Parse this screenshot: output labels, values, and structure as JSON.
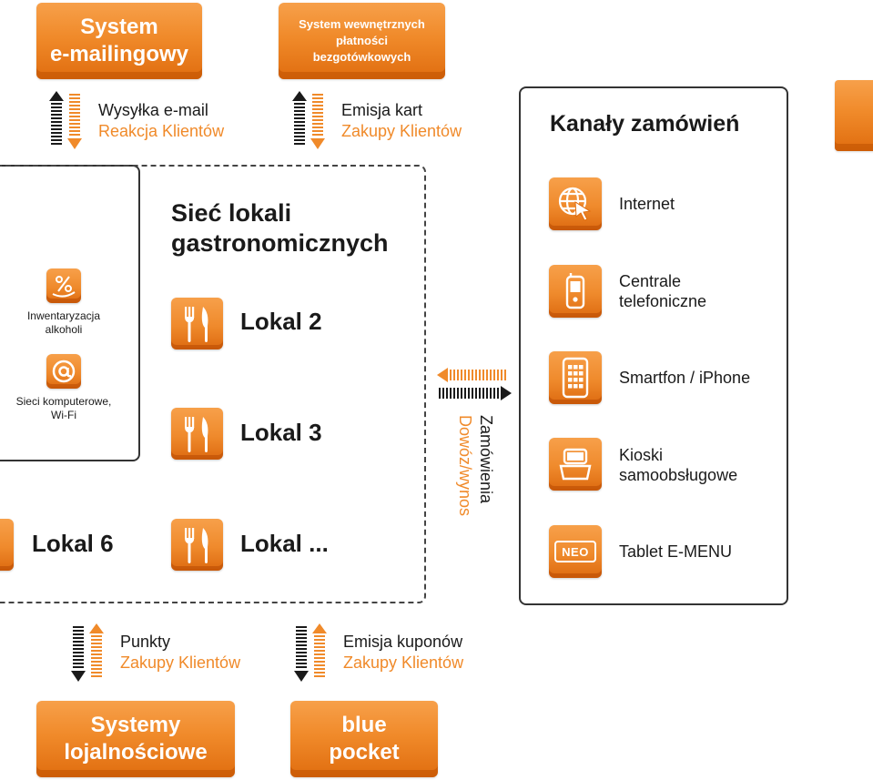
{
  "top_boxes": {
    "emailing": [
      "System",
      "e-mailingowy"
    ],
    "payments": [
      "System wewnętrznych",
      "płatności",
      "bezgotówkowych"
    ]
  },
  "top_labels": {
    "emailing": {
      "line1": "Wysyłka e-mail",
      "line2": "Reakcja Klientów"
    },
    "payments": {
      "line1": "Emisja kart",
      "line2": "Zakupy Klientów"
    }
  },
  "network": {
    "title": [
      "Sieć lokali",
      "gastronomicznych"
    ],
    "locals": [
      "Lokal 2",
      "Lokal 3",
      "Lokal ..."
    ],
    "lokal6": "Lokal 6"
  },
  "left_panel": {
    "items": [
      {
        "icon": "percent-icon",
        "text": [
          "Inwentaryzacja",
          "alkoholi"
        ]
      },
      {
        "icon": "at-icon",
        "text": [
          "Sieci komputerowe,",
          "Wi-Fi"
        ]
      }
    ]
  },
  "orders_arrow": {
    "line1": "Zamówienia",
    "line2": "Dowóz/wynos"
  },
  "channels": {
    "title": "Kanały zamówień",
    "items": [
      {
        "icon": "globe-cursor-icon",
        "text": [
          "Internet"
        ]
      },
      {
        "icon": "phone-icon",
        "text": [
          "Centrale",
          "telefoniczne"
        ]
      },
      {
        "icon": "smartphone-icon",
        "text": [
          "Smartfon / iPhone"
        ]
      },
      {
        "icon": "kiosk-icon",
        "text": [
          "Kioski",
          "samoobsługowe"
        ]
      },
      {
        "icon": "neo-tablet-icon",
        "text": [
          "Tablet E-MENU"
        ]
      }
    ],
    "neo_label": "NEO"
  },
  "bottom_labels": {
    "loyalty": {
      "line1": "Punkty",
      "line2": "Zakupy Klientów"
    },
    "coupons": {
      "line1": "Emisja kuponów",
      "line2": "Zakupy Klientów"
    }
  },
  "bottom_boxes": {
    "loyalty": [
      "Systemy",
      "lojalnościowe"
    ],
    "bluepocket": [
      "blue",
      "pocket"
    ]
  },
  "colors": {
    "accent": "#f08a2a",
    "dark": "#1a1a1a",
    "border": "#333333"
  }
}
